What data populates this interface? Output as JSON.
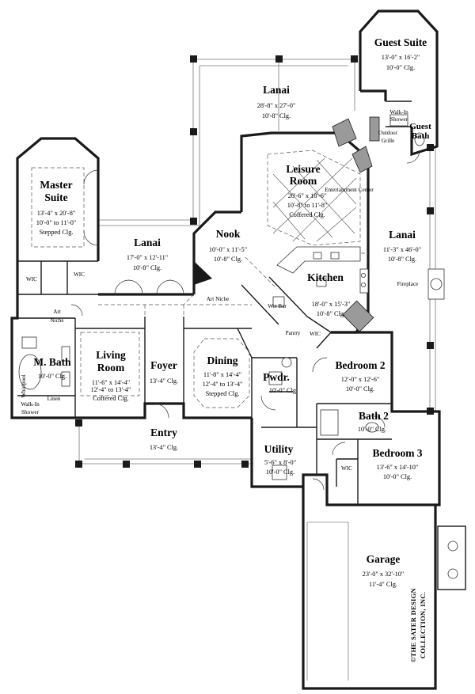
{
  "rooms": [
    {
      "id": "guest-suite",
      "name": [
        "Guest Suite"
      ],
      "lines": [
        "13'-0\" x 16'-2\"",
        "10'-0\" Clg."
      ]
    },
    {
      "id": "lanai-top",
      "name": [
        "Lanai"
      ],
      "lines": [
        "28'-8\" x 27'-0\"",
        "10'-8\" Clg."
      ]
    },
    {
      "id": "master-suite",
      "name": [
        "Master",
        "Suite"
      ],
      "lines": [
        "13'-4\" x 20'-8\"",
        "10'-0\" to 11'-0\"",
        "Stepped Clg."
      ]
    },
    {
      "id": "leisure-room",
      "name": [
        "Leisure",
        "Room"
      ],
      "lines": [
        "20'-6\" x 18'-6\"",
        "10'-8\" to 11'-8\"",
        "Coffered Clg."
      ]
    },
    {
      "id": "lanai-mid",
      "name": [
        "Lanai"
      ],
      "lines": [
        "17'-0\" x 12'-11\"",
        "10'-8\" Clg."
      ]
    },
    {
      "id": "nook",
      "name": [
        "Nook"
      ],
      "lines": [
        "10'-0\" x 11'-5\"",
        "10'-8\" Clg."
      ]
    },
    {
      "id": "lanai-right",
      "name": [
        "Lanai"
      ],
      "lines": [
        "11'-3\" x 46'-0\"",
        "10'-8\" Clg."
      ]
    },
    {
      "id": "kitchen",
      "name": [
        "Kitchen"
      ],
      "lines": [
        "18'-0\" x 15'-3\"",
        "10'-8\" Clg."
      ]
    },
    {
      "id": "m-bath",
      "name": [
        "M. Bath"
      ],
      "lines": [
        "10'-0\" Clg."
      ]
    },
    {
      "id": "living-room",
      "name": [
        "Living",
        "Room"
      ],
      "lines": [
        "11'-6\" x 14'-4\"",
        "12'-4\" to 13'-4\"",
        "Coffered Clg."
      ]
    },
    {
      "id": "foyer",
      "name": [
        "Foyer"
      ],
      "lines": [
        "13'-4\" Clg."
      ]
    },
    {
      "id": "dining",
      "name": [
        "Dining"
      ],
      "lines": [
        "11'-8\" x 14'-4\"",
        "12'-4\" to 13'-4\"",
        "Stepped Clg."
      ]
    },
    {
      "id": "pwdr",
      "name": [
        "Pwdr."
      ],
      "lines": [
        "10'-0\" Clg."
      ]
    },
    {
      "id": "bedroom-2",
      "name": [
        "Bedroom 2"
      ],
      "lines": [
        "12'-0\" x 12'-6\"",
        "10'-0\" Clg."
      ]
    },
    {
      "id": "bath-2",
      "name": [
        "Bath 2"
      ],
      "lines": [
        "10'-0\" Clg."
      ]
    },
    {
      "id": "entry",
      "name": [
        "Entry"
      ],
      "lines": [
        "13'-4\" Clg."
      ]
    },
    {
      "id": "utility",
      "name": [
        "Utility"
      ],
      "lines": [
        "5'-6\" x 8'-0\"",
        "10'-0\" Clg."
      ]
    },
    {
      "id": "bedroom-3",
      "name": [
        "Bedroom 3"
      ],
      "lines": [
        "13'-6\" x 14'-10\"",
        "10'-0\" Clg."
      ]
    },
    {
      "id": "garage",
      "name": [
        "Garage"
      ],
      "lines": [
        "23'-0\" x 32'-10\"",
        "11'-4\" Clg."
      ]
    }
  ],
  "labels": {
    "walk_in_shower_guest": [
      "Walk-In",
      "Shower"
    ],
    "guest_bath": [
      "Guest",
      "Bath"
    ],
    "outdoor_grille": [
      "Outdoor",
      "Grille"
    ],
    "entertainment_center": "Entertainment Center",
    "fireplace": "Fireplace",
    "art_niche_nook": "Art Niche",
    "wet_bar": "Wet Bar",
    "pantry": "Pantry",
    "wic_master_left": "WIC",
    "wic_master_right": "WIC",
    "art_niche_master": [
      "Art",
      "Niche"
    ],
    "whirlpool": "Whirlpool",
    "linen": "Linen",
    "walk_in_shower_master": [
      "Walk-In",
      "Shower"
    ],
    "wic_bedroom2": "WIC",
    "wic_bedroom3": "WIC"
  },
  "copyright": [
    "©THE SATER DESIGN",
    "COLLECTION, INC."
  ]
}
